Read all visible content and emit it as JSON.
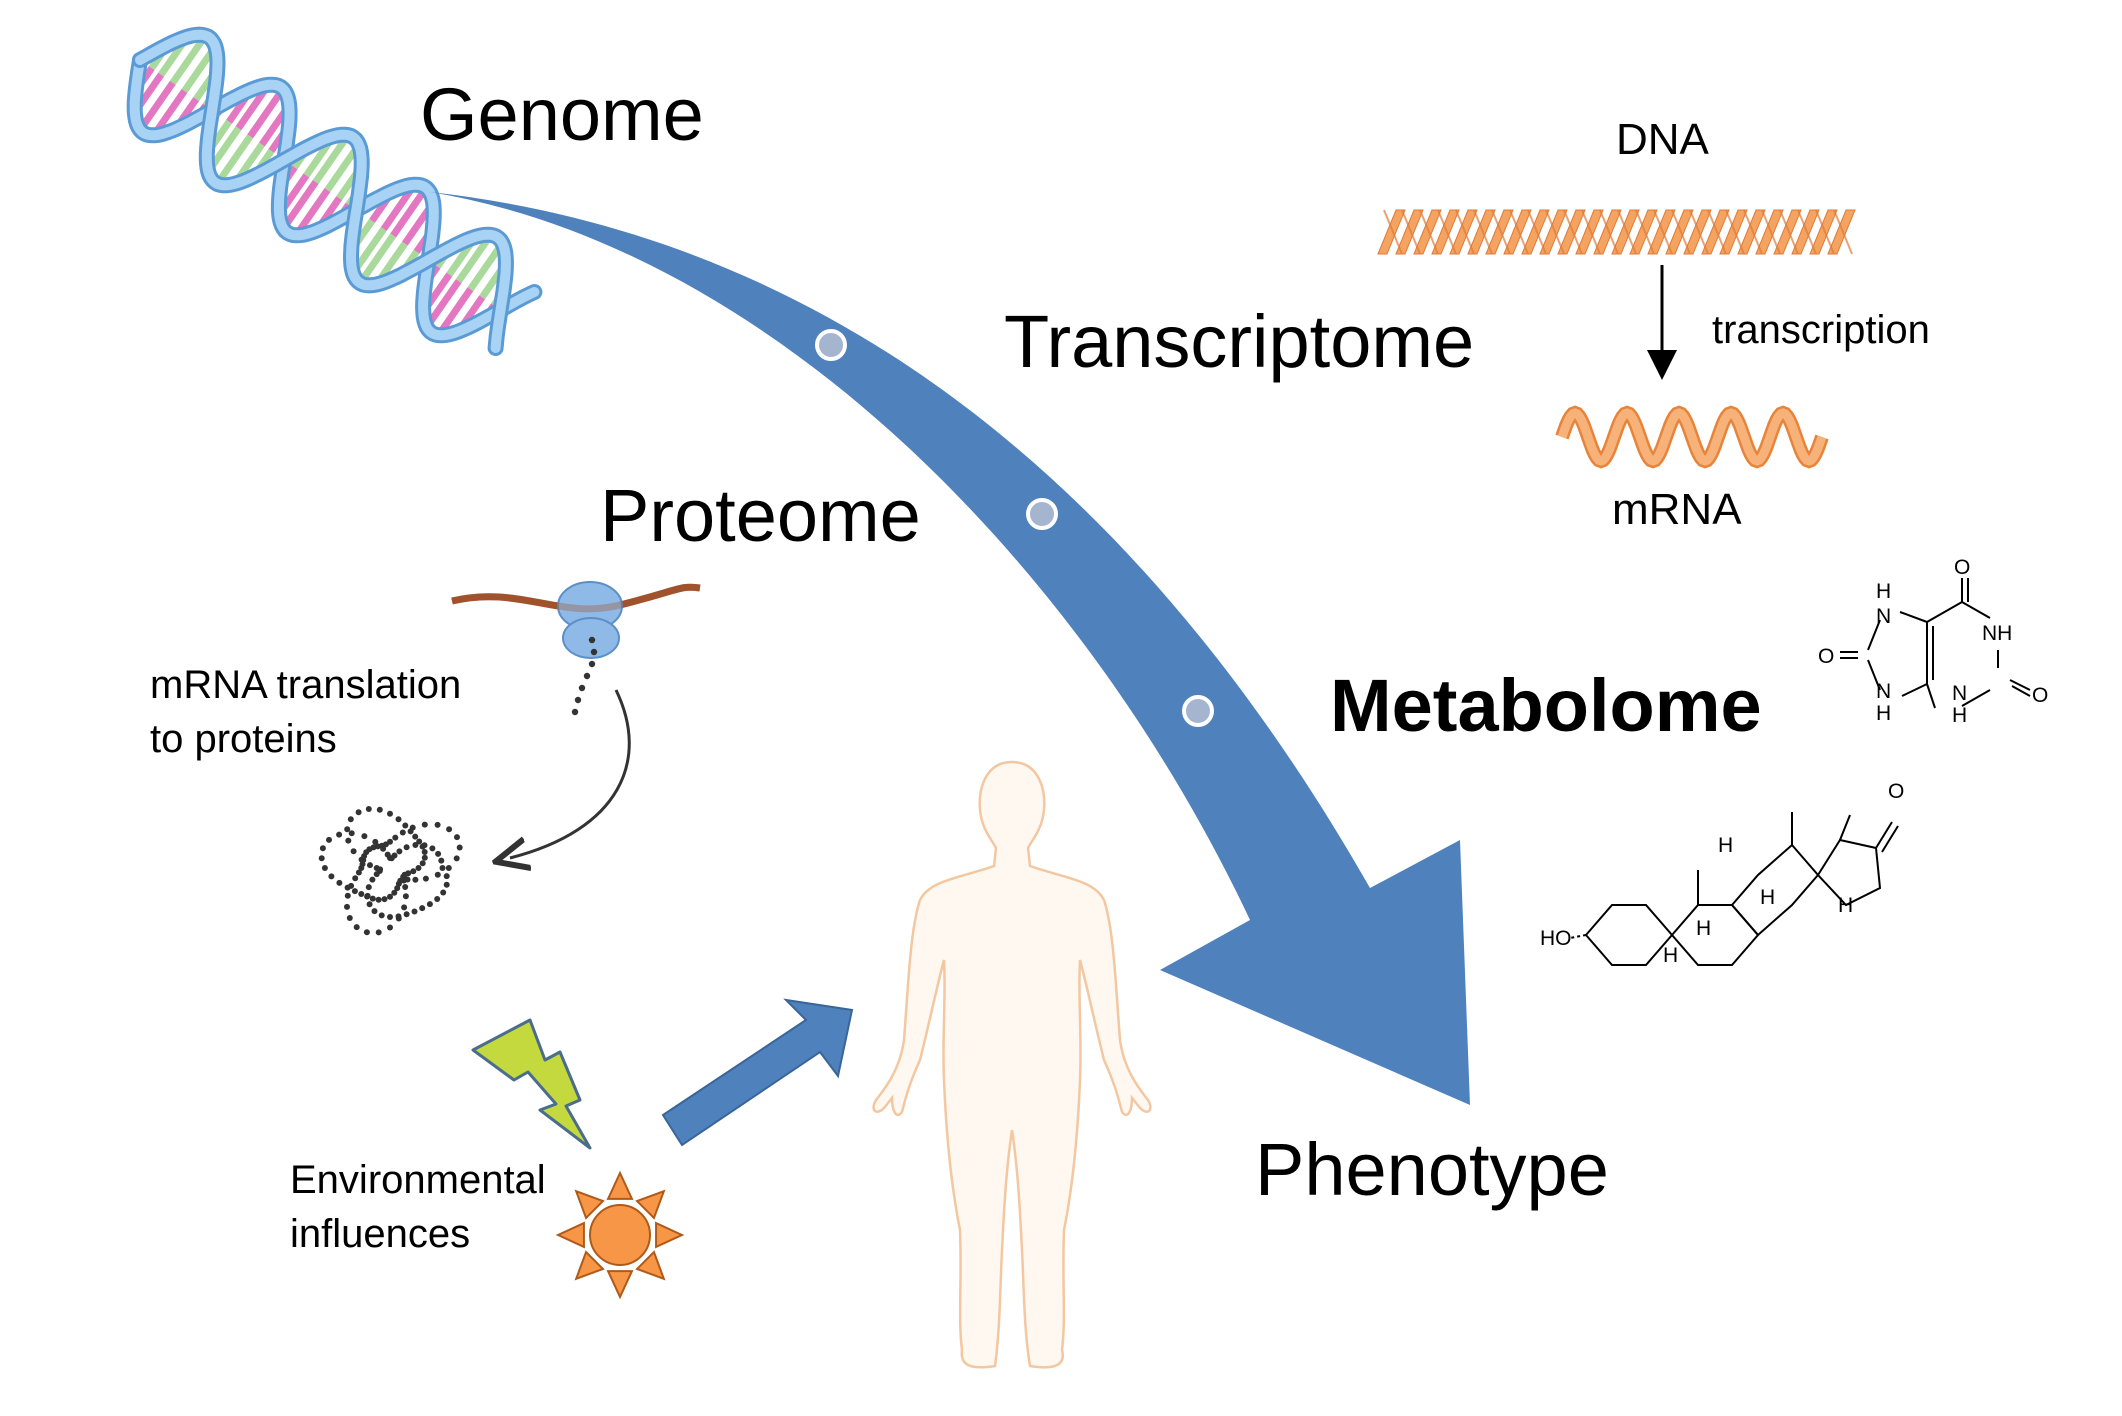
{
  "labels": {
    "genome": "Genome",
    "transcriptome": "Transcriptome",
    "proteome": "Proteome",
    "metabolome": "Metabolome",
    "phenotype": "Phenotype",
    "dna": "DNA",
    "transcription": "transcription",
    "mrna": "mRNA",
    "translation_line1": "mRNA translation",
    "translation_line2": "to proteins",
    "environment_line1": "Environmental",
    "environment_line2": "influences"
  },
  "uric_acid_atoms": {
    "h_top": "H",
    "n_top": "N",
    "o_top": "O",
    "nh_right": "NH",
    "o_left": "O",
    "o_right": "O",
    "n_bl": "N",
    "h_bl": "H",
    "n_bm": "N",
    "h_bm": "H"
  },
  "steroid_atoms": {
    "ho": "HO",
    "o_ketone": "O",
    "h_a": "H",
    "h_b": "H",
    "h_c": "H",
    "h_d": "H"
  },
  "colors": {
    "main_arrow": "#4f81bd",
    "main_arrow_dots": "#a5b4cf",
    "dna_helix_edge": "#5b9bd5",
    "dna_helix_fill": "#a9d3f5",
    "base_pink": "#e377c2",
    "base_green": "#a9d99b",
    "dna_strand_orange": "#f4a460",
    "mrna_orange": "#f7b27a",
    "sun": "#f79646",
    "lightning": "#c4d93e",
    "body_outline": "#f3c7a0",
    "body_fill": "#fff8f1",
    "ribosome": "#8fb9e6",
    "mrna_strand": "#a0522d"
  },
  "icons": [
    "dna-double-helix-icon",
    "dna-strand-icon",
    "mrna-strand-icon",
    "ribosome-icon",
    "protein-chain-icon",
    "lightning-icon",
    "sun-icon",
    "human-body-icon",
    "uric-acid-structure-icon",
    "steroid-structure-icon"
  ]
}
